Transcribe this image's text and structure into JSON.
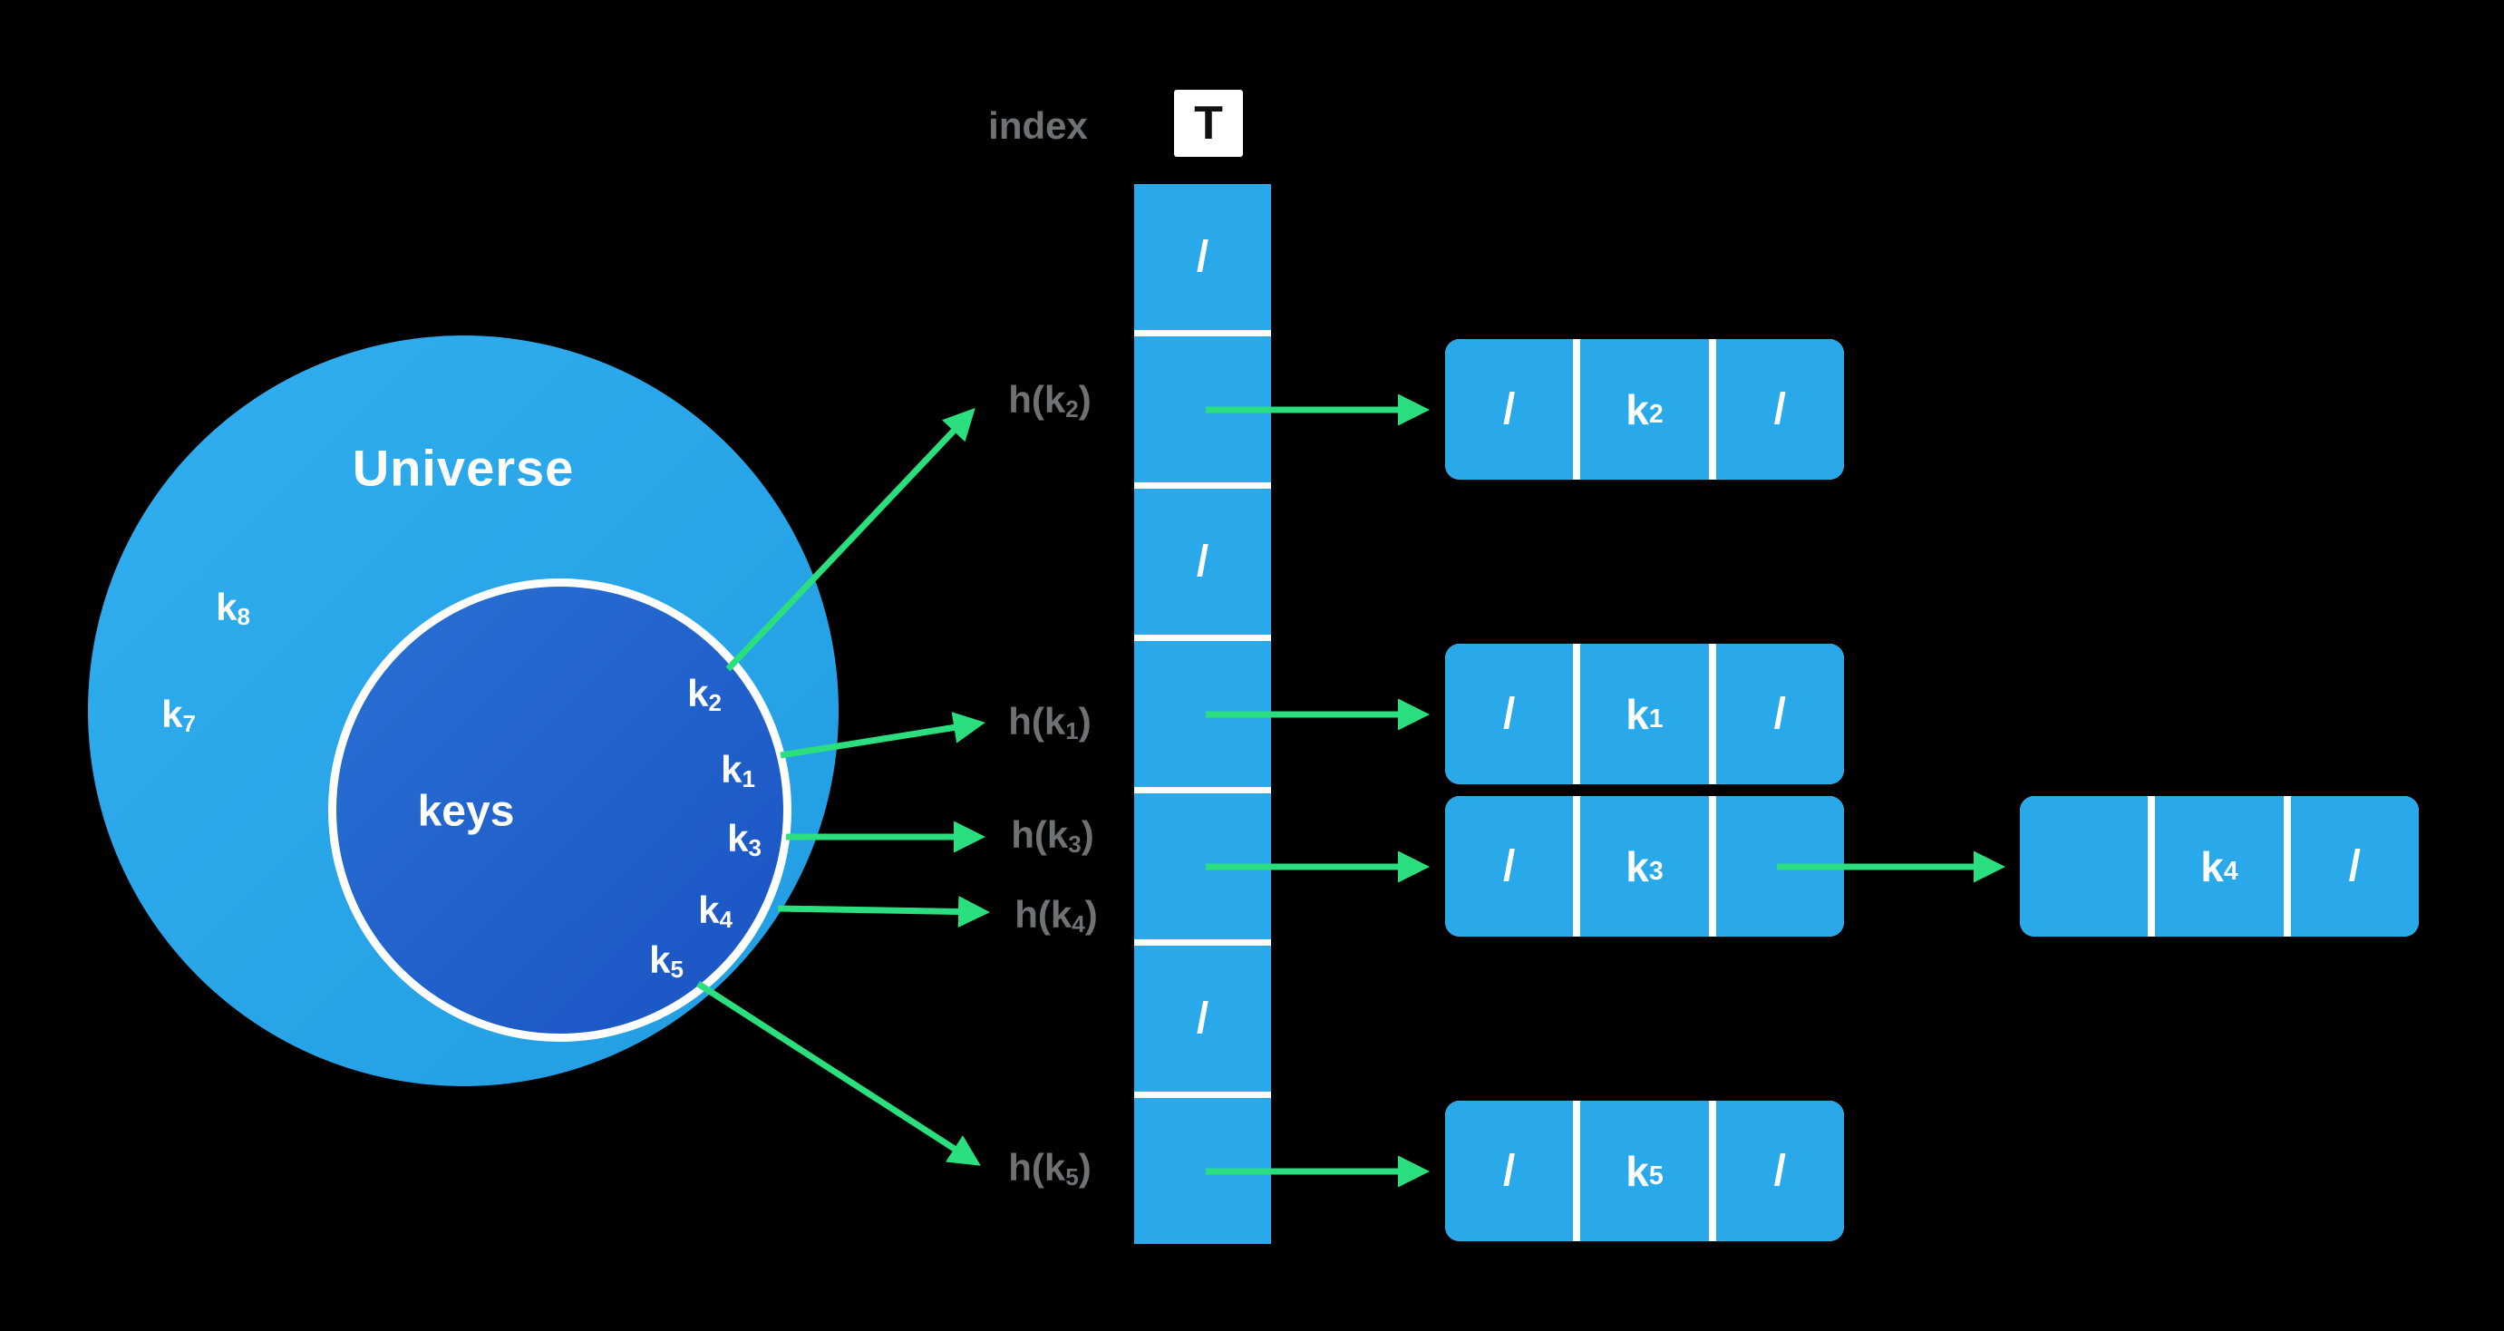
{
  "colors": {
    "background": "#000000",
    "universe_blue": "#29A9EA",
    "keys_circle_blue": "#1E5FC9",
    "cell_blue": "#29A9EA",
    "arrow_green": "#2BDF7F",
    "hash_label_gray": "#6E7275",
    "text_white": "#FFFFFF"
  },
  "universe": {
    "label": "Universe",
    "outer_keys": [
      {
        "base": "k",
        "sub": "8"
      },
      {
        "base": "k",
        "sub": "7"
      }
    ],
    "keys_label": "keys",
    "member_keys": [
      {
        "base": "k",
        "sub": "2"
      },
      {
        "base": "k",
        "sub": "1"
      },
      {
        "base": "k",
        "sub": "3"
      },
      {
        "base": "k",
        "sub": "4"
      },
      {
        "base": "k",
        "sub": "5"
      }
    ]
  },
  "hash_table": {
    "index_label": "index",
    "table_label": "T",
    "hash_functions": [
      {
        "pre": "h(k",
        "sub": "2",
        "post": ")"
      },
      {
        "pre": "h(k",
        "sub": "1",
        "post": ")"
      },
      {
        "pre": "h(k",
        "sub": "3",
        "post": ")"
      },
      {
        "pre": "h(k",
        "sub": "4",
        "post": ")"
      },
      {
        "pre": "h(k",
        "sub": "5",
        "post": ")"
      }
    ],
    "slots": [
      "/",
      "",
      "/",
      "",
      "",
      "/",
      ""
    ]
  },
  "nodes": [
    {
      "prev": "/",
      "key": {
        "base": "k",
        "sub": "2"
      },
      "next": "/"
    },
    {
      "prev": "/",
      "key": {
        "base": "k",
        "sub": "1"
      },
      "next": "/"
    },
    {
      "prev": "/",
      "key": {
        "base": "k",
        "sub": "3"
      },
      "next": ""
    },
    {
      "prev": "",
      "key": {
        "base": "k",
        "sub": "4"
      },
      "next": "/"
    },
    {
      "prev": "/",
      "key": {
        "base": "k",
        "sub": "5"
      },
      "next": "/"
    }
  ]
}
